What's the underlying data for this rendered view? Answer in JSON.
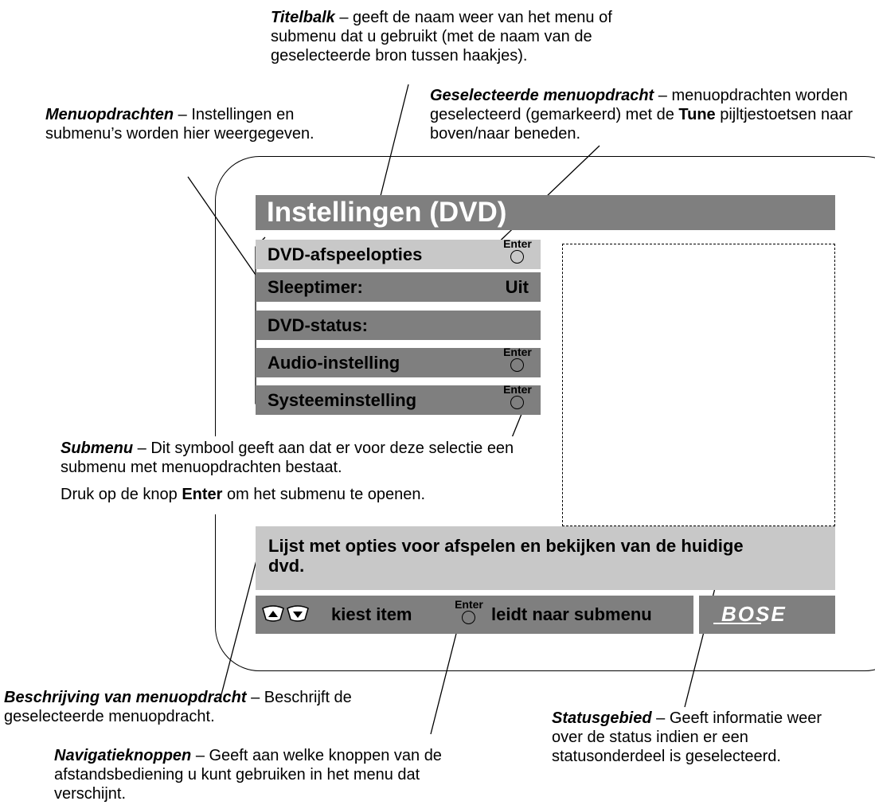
{
  "callouts": {
    "title_bar": {
      "term": "Titelbalk",
      "text": " – geeft de naam weer van het menu of submenu dat u gebruikt (met de naam van de geselecteerde bron tussen haakjes)."
    },
    "menu_items": {
      "term": "Menuopdrachten",
      "text": " – Instellingen en submenu’s worden hier weergegeven."
    },
    "selected_item": {
      "term": "Geselecteerde menuopdracht",
      "text_before": " – menuopdrachten worden geselecteerd (gemarkeerd) met de ",
      "bold": "Tune",
      "text_after": " pijltjestoetsen naar boven/naar beneden."
    },
    "submenu": {
      "term": "Submenu",
      "text": " – Dit symbool geeft aan dat er voor deze selectie een submenu met menuopdrachten bestaat.",
      "line2_before": "Druk op de knop ",
      "line2_bold": "Enter",
      "line2_after": " om het submenu te openen."
    },
    "description": {
      "term": "Beschrijving van menuopdracht",
      "text": " – Beschrijft de geselecteerde menuopdracht."
    },
    "navigation": {
      "term": "Navigatieknoppen",
      "text": " – Geeft aan welke knoppen van de afstandsbediening u kunt gebruiken in het menu dat verschijnt."
    },
    "status": {
      "term": "Statusgebied",
      "text": " – Geeft informatie weer over de status indien er een statusonderdeel is geselecteerd."
    }
  },
  "screen": {
    "title": "Instellingen (DVD)",
    "menu": [
      {
        "label": "DVD-afspeelopties",
        "value": "",
        "submenu": true,
        "selected": true
      },
      {
        "label": "Sleeptimer:",
        "value": "Uit",
        "submenu": false,
        "selected": false
      },
      {
        "label": "DVD-status:",
        "value": "",
        "submenu": false,
        "selected": false
      },
      {
        "label": "Audio-instelling",
        "value": "",
        "submenu": true,
        "selected": false
      },
      {
        "label": "Systeeminstelling",
        "value": "",
        "submenu": true,
        "selected": false
      }
    ],
    "enter_icon_text": "Enter",
    "description": "Lijst met opties voor afspelen en bekijken van de huidige dvd.",
    "nav": {
      "select_label": "kiest item",
      "submenu_label": "leidt naar submenu"
    },
    "brand": "BOSE"
  },
  "colors": {
    "bar_dark": "#7f7f7f",
    "bar_light": "#c8c8c8",
    "title_text": "#ffffff"
  }
}
